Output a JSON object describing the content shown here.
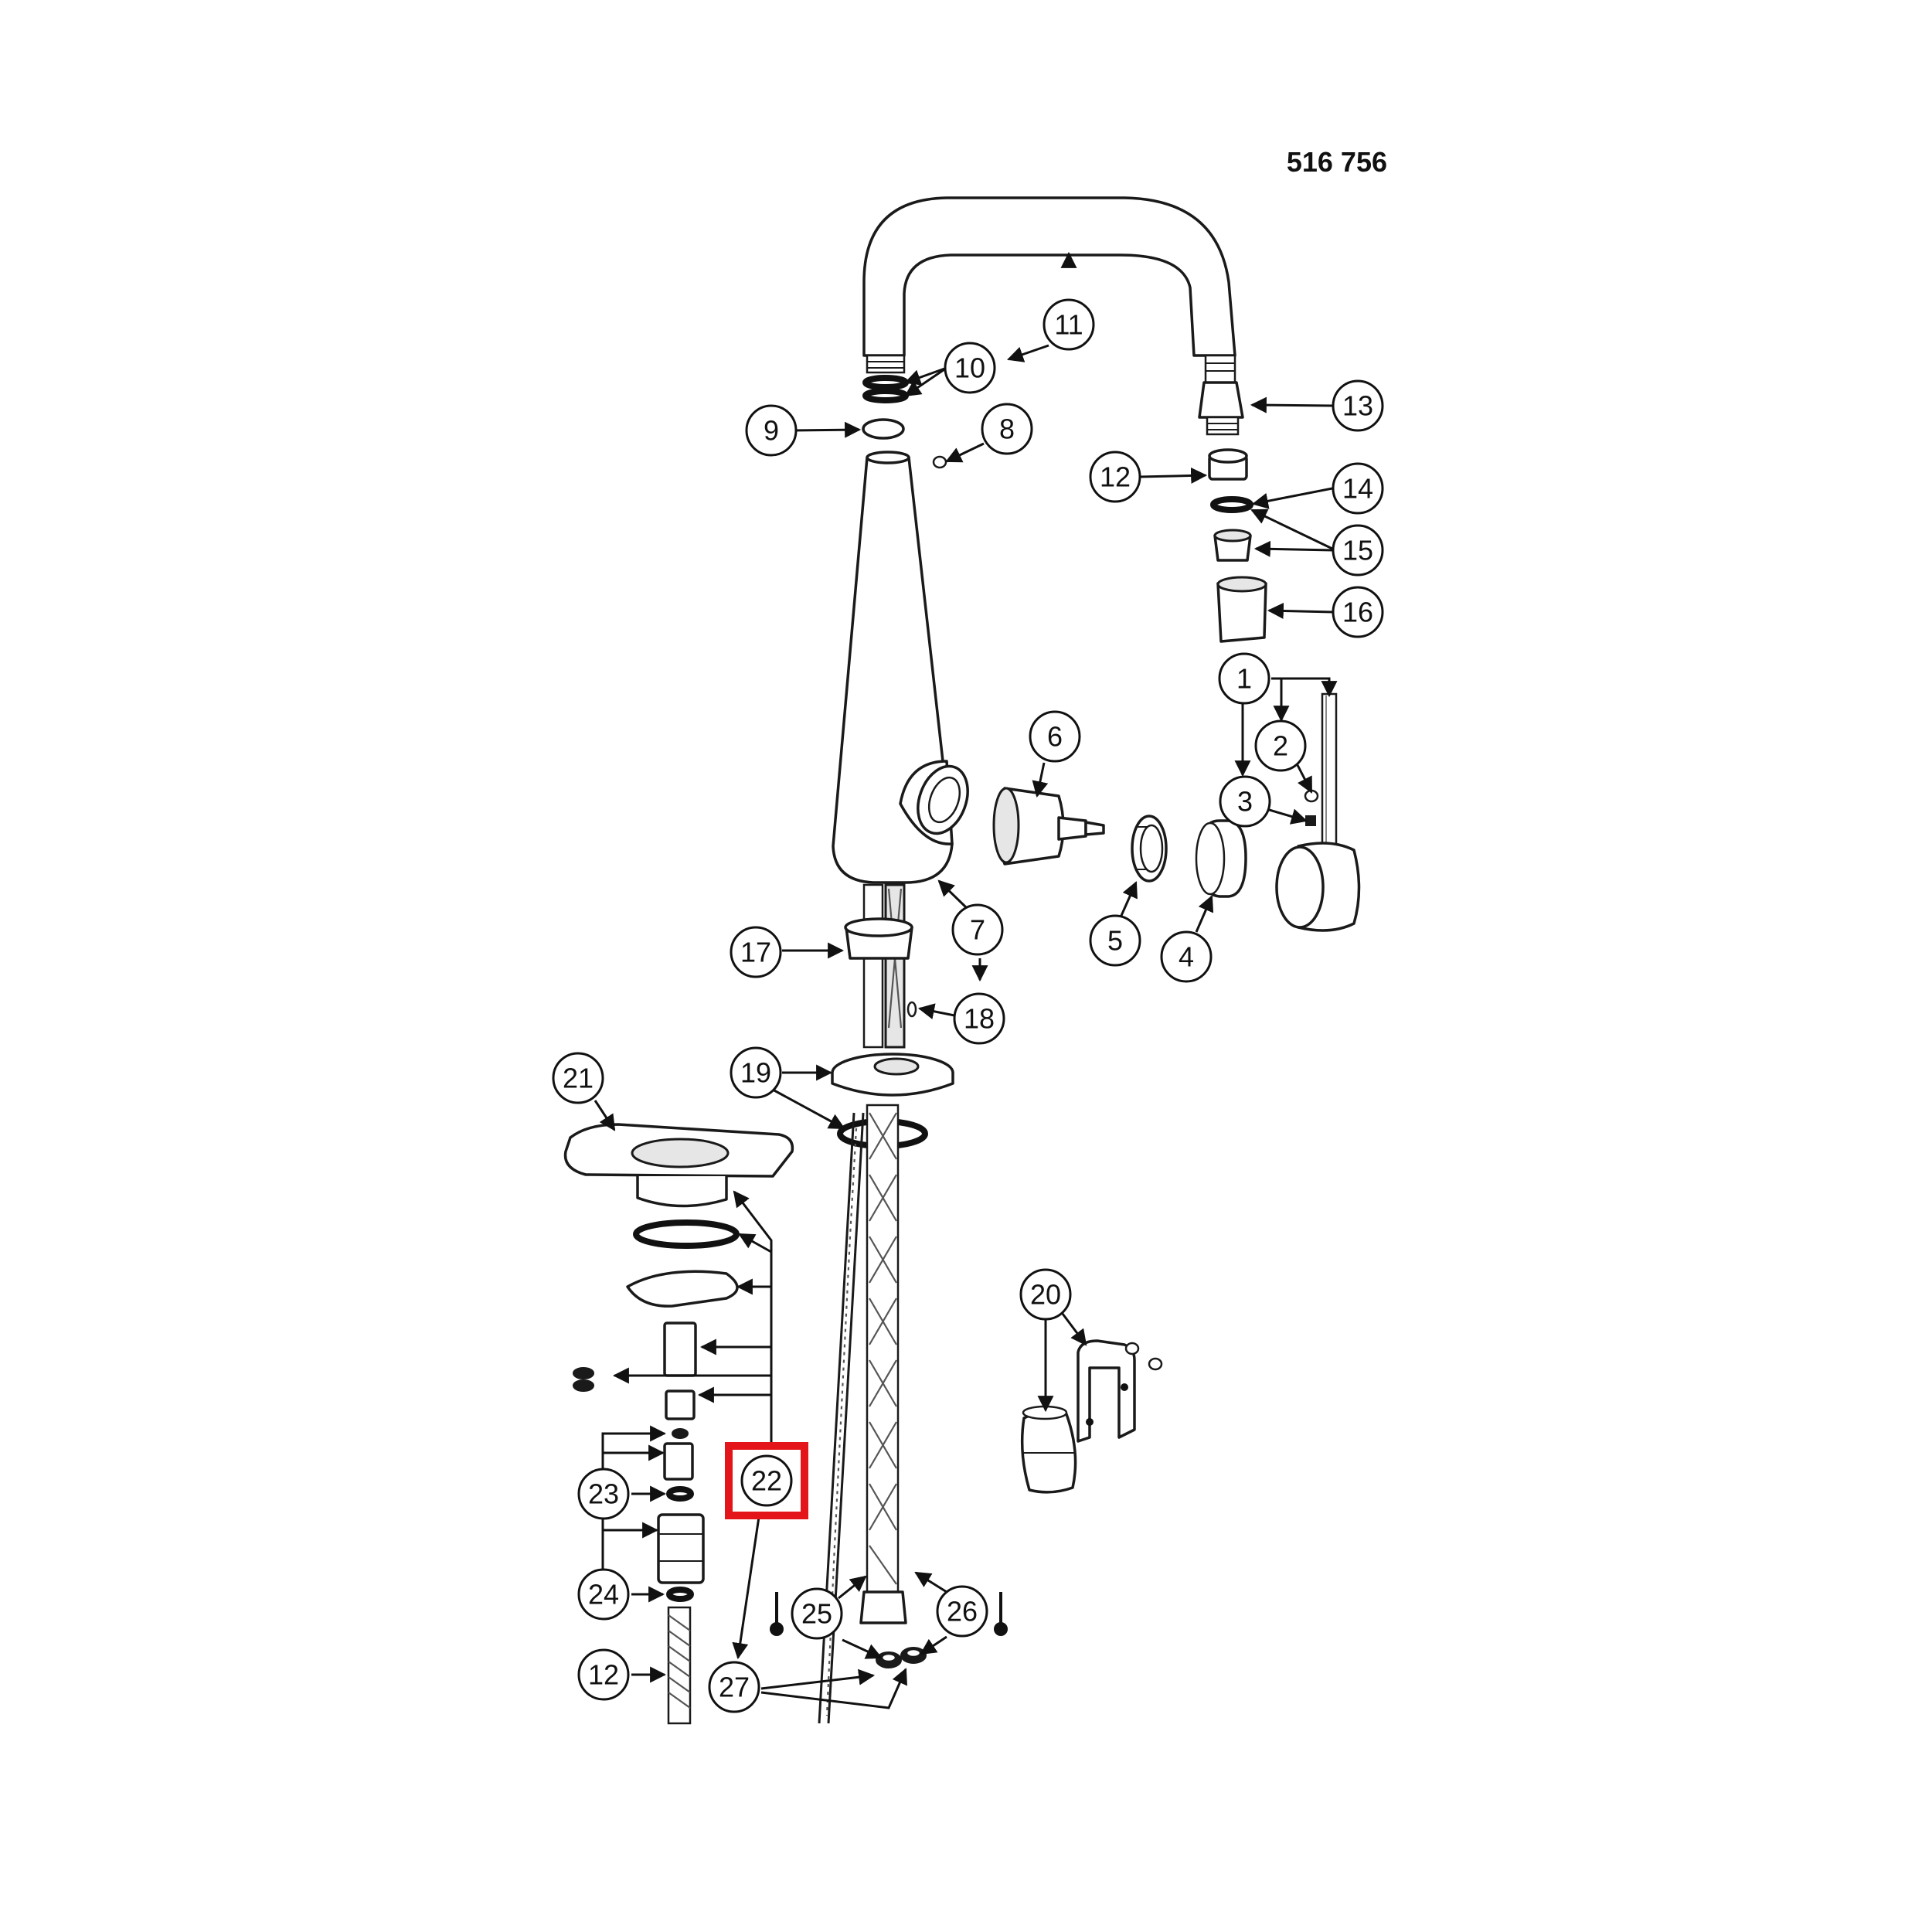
{
  "model_number": "516 756",
  "callouts": [
    "1",
    "2",
    "3",
    "4",
    "5",
    "6",
    "7",
    "8",
    "9",
    "10",
    "11",
    "12",
    "13",
    "14",
    "15",
    "16",
    "17",
    "18",
    "19",
    "20",
    "21",
    "22",
    "23",
    "24",
    "25",
    "26",
    "27"
  ],
  "highlighted_callout": "22",
  "colors": {
    "line": "#111111",
    "highlight": "#e4141b",
    "background": "#ffffff"
  },
  "icons": {
    "hot_cold_marker": "thermometer-icon"
  }
}
